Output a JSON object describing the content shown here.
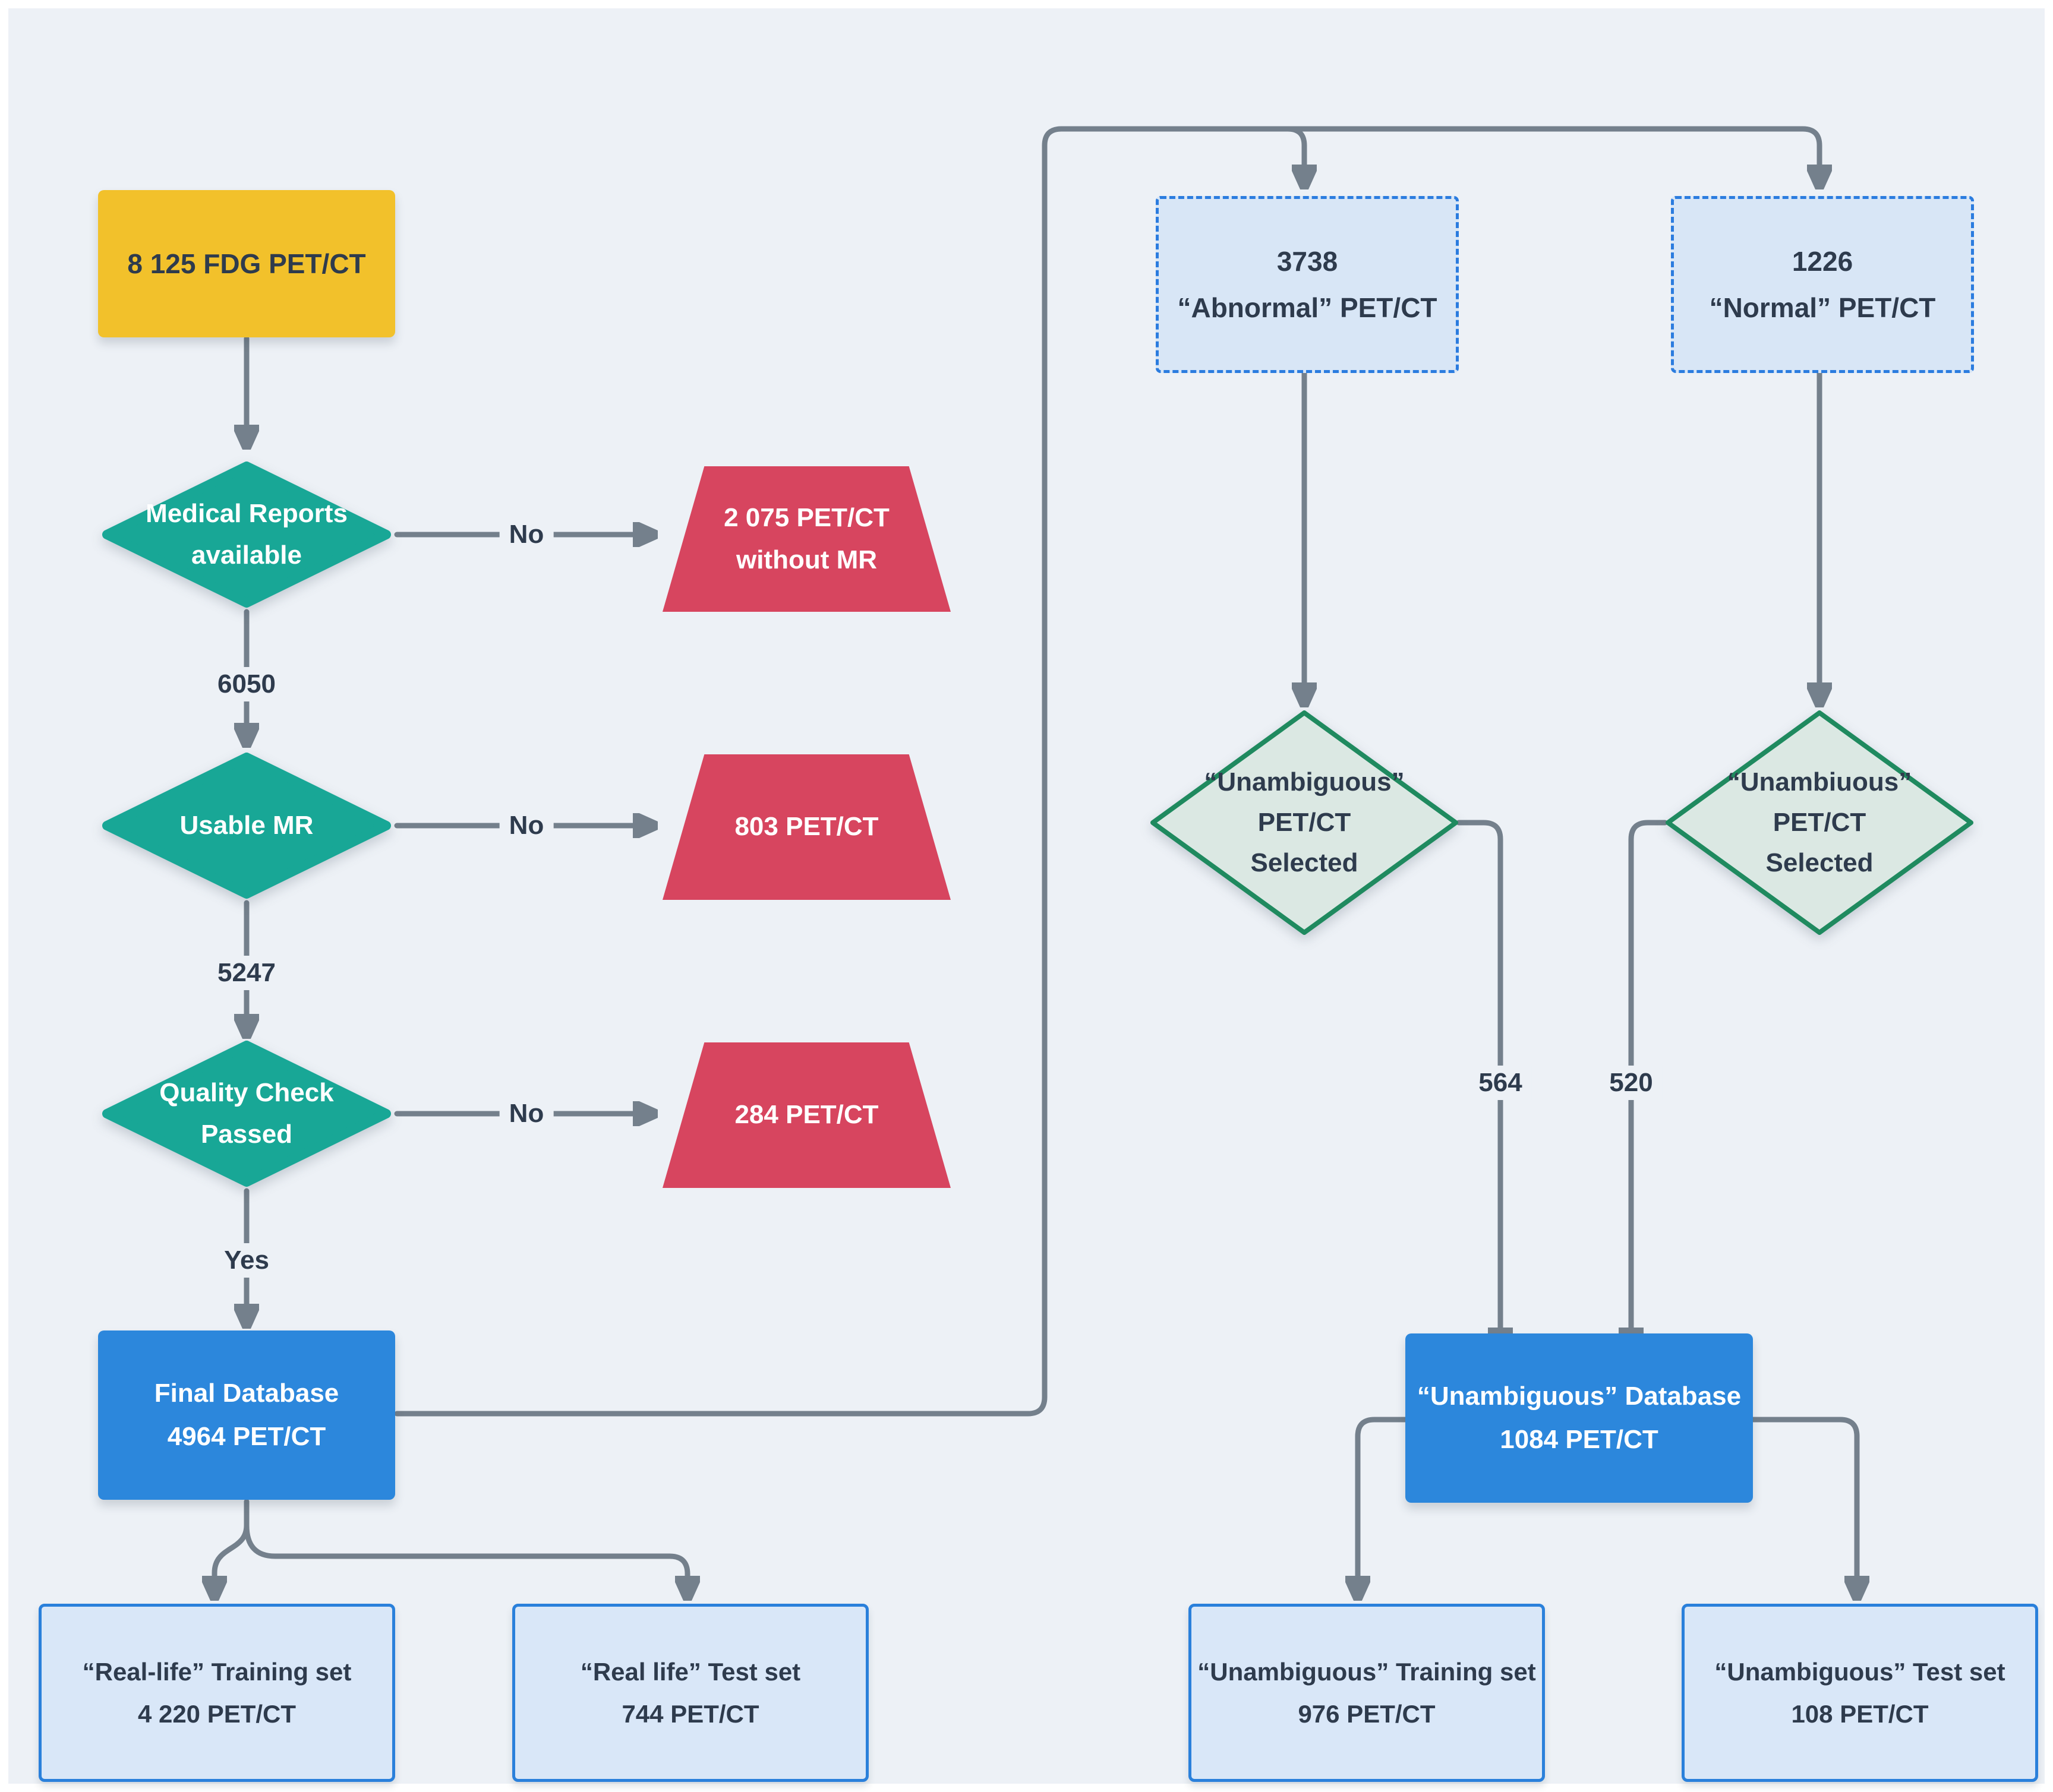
{
  "colors": {
    "background": "#EDF1F6",
    "edge": "#74808C",
    "text_dark": "#2E3B4D",
    "node_yellow": "#F2C12B",
    "node_teal": "#18A796",
    "node_red": "#D7455F",
    "node_blue": "#2C87DC",
    "dashed_fill": "#D8E6F6",
    "dashed_border": "#2B7CDF",
    "green_fill": "#DBE8E3",
    "green_border": "#1F8A5F",
    "result_fill": "#D9E7F8",
    "result_border": "#2A80DB"
  },
  "labels": {
    "no": "No",
    "yes": "Yes",
    "count_reports": "6050",
    "count_usable": "5247",
    "count_selected_abnormal": "564",
    "count_selected_normal": "520"
  },
  "nodes": {
    "start": {
      "line1": "8 125 FDG PET/CT"
    },
    "decision_reports": {
      "line1": "Medical Reports",
      "line2": "available"
    },
    "excluded_no_mr": {
      "line1": "2 075 PET/CT",
      "line2": "without MR"
    },
    "decision_usable": {
      "line1": "Usable MR"
    },
    "excluded_unusable": {
      "line1": "803 PET/CT"
    },
    "decision_quality": {
      "line1": "Quality Check",
      "line2": "Passed"
    },
    "excluded_quality": {
      "line1": "284 PET/CT"
    },
    "final_db": {
      "line1": "Final Database",
      "line2": "4964 PET/CT"
    },
    "abnormal": {
      "line1": "3738",
      "line2": "“Abnormal” PET/CT"
    },
    "normal": {
      "line1": "1226",
      "line2": "“Normal” PET/CT"
    },
    "selected_abnormal": {
      "line1": "“Unambiguous”",
      "line2": "PET/CT",
      "line3": "Selected"
    },
    "selected_normal": {
      "line1": "“Unambiuous”",
      "line2": "PET/CT",
      "line3": "Selected"
    },
    "unambiguous_db": {
      "line1": "“Unambiguous” Database",
      "line2": "1084 PET/CT"
    },
    "real_training": {
      "line1": "“Real-life” Training set",
      "line2": "4 220 PET/CT"
    },
    "real_test": {
      "line1": "“Real life” Test set",
      "line2": "744 PET/CT"
    },
    "unambiguous_training": {
      "line1": "“Unambiguous” Training set",
      "line2": "976 PET/CT"
    },
    "unambiguous_test": {
      "line1": "“Unambiguous” Test set",
      "line2": "108 PET/CT"
    }
  }
}
